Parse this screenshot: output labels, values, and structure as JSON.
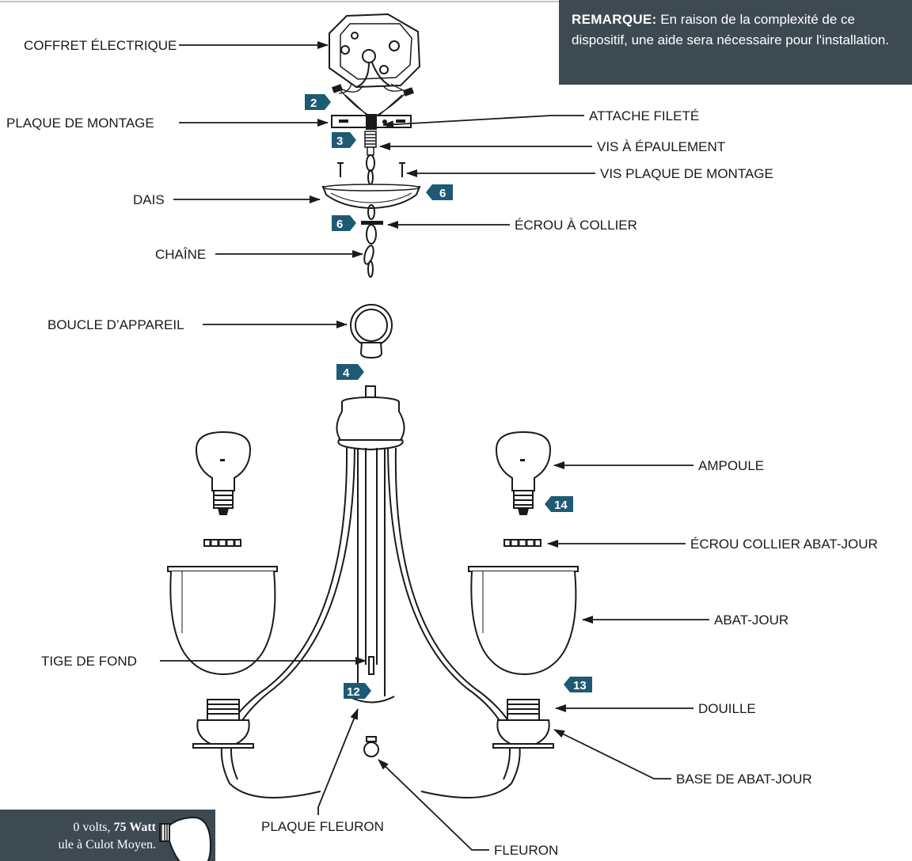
{
  "note": {
    "label": "REMARQUE:",
    "text": "En raison de la complexité de ce dispositif, une aide sera nécessaire pour l'installation."
  },
  "bulb_note": {
    "line1_prefix": "0 volts, ",
    "line1_bold": "75 Watt",
    "line2": "ule à Culot Moyen."
  },
  "labels": {
    "coffret": "COFFRET ÉLECTRIQUE",
    "plaque_montage": "PLAQUE DE MONTAGE",
    "attache": "ATTACHE FILETÉ",
    "vis_epaulement": "VIS À ÉPAULEMENT",
    "vis_plaque": "VIS PLAQUE DE MONTAGE",
    "dais": "DAIS",
    "ecrou_collier": "ÉCROU À COLLIER",
    "chaine": "CHAÎNE",
    "boucle": "BOUCLE D’APPAREIL",
    "ampoule": "AMPOULE",
    "ecrou_abat_jour": "ÉCROU COLLIER ABAT-JOUR",
    "abat_jour": "ABAT-JOUR",
    "tige": "TIGE DE FOND",
    "douille": "DOUILLE",
    "base_abat_jour": "BASE DE ABAT-JOUR",
    "plaque_fleuron": "PLAQUE FLEURON",
    "fleuron": "FLEURON"
  },
  "steps": {
    "s2": "2",
    "s3": "3",
    "s6a": "6",
    "s6b": "6",
    "s4": "4",
    "s14": "14",
    "s12": "12",
    "s13": "13"
  },
  "colors": {
    "note_bg": "#3e4a52",
    "step_badge": "#1e5a73",
    "line": "#1a1a1a"
  }
}
